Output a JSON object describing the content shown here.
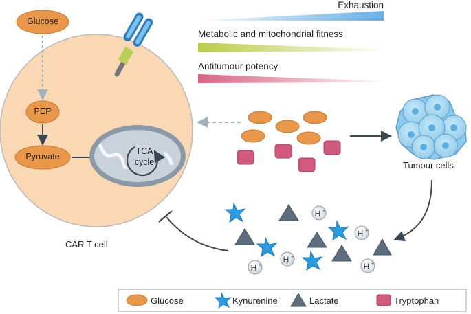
{
  "gradients": [
    {
      "label": "Exhaustion",
      "color": "#6aaee3"
    },
    {
      "label": "Metabolic and mitochondrial fitness",
      "color": "#bccb4a"
    },
    {
      "label": "Antitumour potency",
      "color": "#d66583"
    }
  ],
  "pathway": {
    "glucose": "Glucose",
    "pep": "PEP",
    "pyruvate": "Pyruvate",
    "tca_line1": "TCA",
    "tca_line2": "cycle"
  },
  "cell_label": "CAR T cell",
  "tumour_label": "Tumour cells",
  "proton_label": "H",
  "proton_charge": "+",
  "legend": {
    "items": [
      {
        "label": "Glucose",
        "color": "#e8974b"
      },
      {
        "label": "Kynurenine",
        "color": "#2a9be0"
      },
      {
        "label": "Lactate",
        "color": "#5d6d7e"
      },
      {
        "label": "Tryptophan",
        "color": "#cf5a7e"
      }
    ]
  },
  "colors": {
    "cell_fill": "#fbd8b4",
    "cell_stroke": "#b8b8b8",
    "node_fill": "#e8974b",
    "mito_fill": "#8a98a8",
    "tumour_fill": "#a9d8f0",
    "arrow": "#3a4652",
    "dashed": "#9fb2c0"
  }
}
